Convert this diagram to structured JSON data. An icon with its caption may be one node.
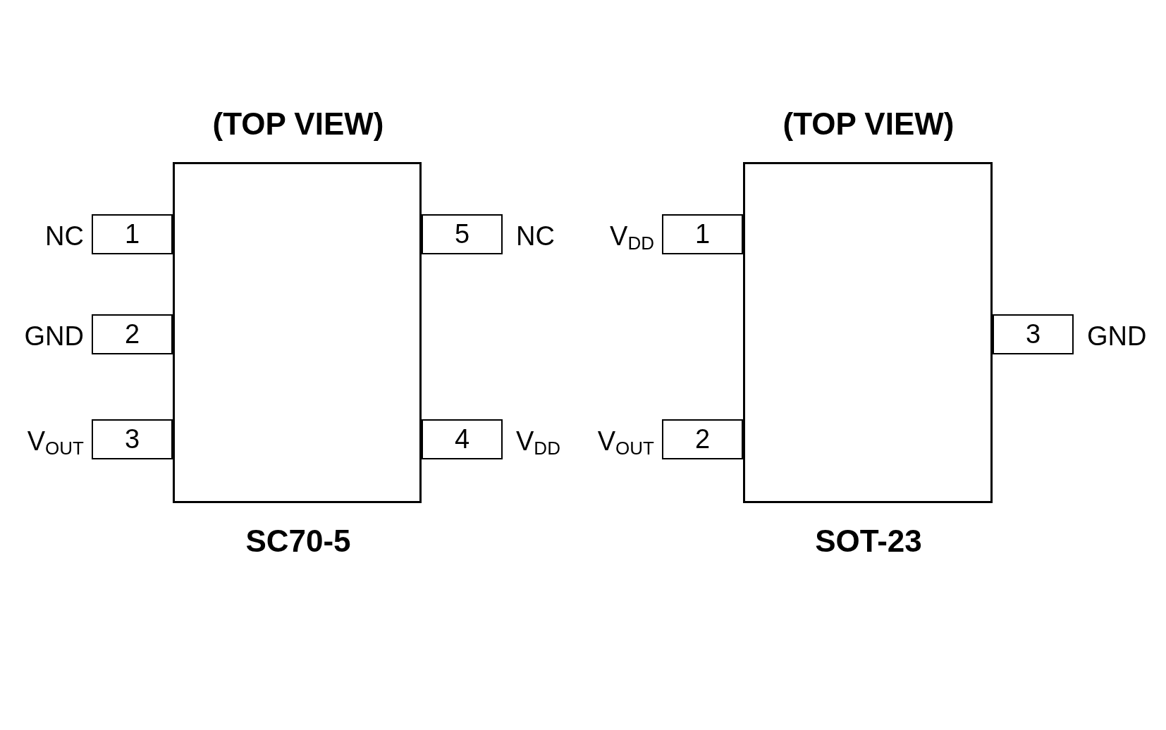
{
  "diagram": {
    "nodes": [
      {
        "text": [
          "(TOP VIEW)",
          "SC70-5"
        ]
      },
      {
        "text": [
          "1"
        ],
        "beside": [
          "NC"
        ]
      },
      {
        "text": [
          "2"
        ],
        "beside": [
          "GND"
        ]
      },
      {
        "text": [
          "3"
        ],
        "beside": [
          "V$_{OUT}$"
        ]
      },
      {
        "text": [
          "5"
        ],
        "beside": [
          "NC"
        ]
      },
      {
        "text": [
          "4"
        ],
        "beside": [
          "V$_{DD}$"
        ]
      },
      {
        "text": [
          "(TOP VIEW)",
          "SOT-23"
        ]
      },
      {
        "text": [
          "1"
        ],
        "beside": [
          "V$_{DD}$"
        ]
      },
      {
        "text": [
          "2"
        ],
        "beside": [
          "V$_{OUT}$"
        ]
      },
      {
        "text": [
          "3"
        ],
        "beside": [
          "GND"
        ]
      }
    ]
  }
}
